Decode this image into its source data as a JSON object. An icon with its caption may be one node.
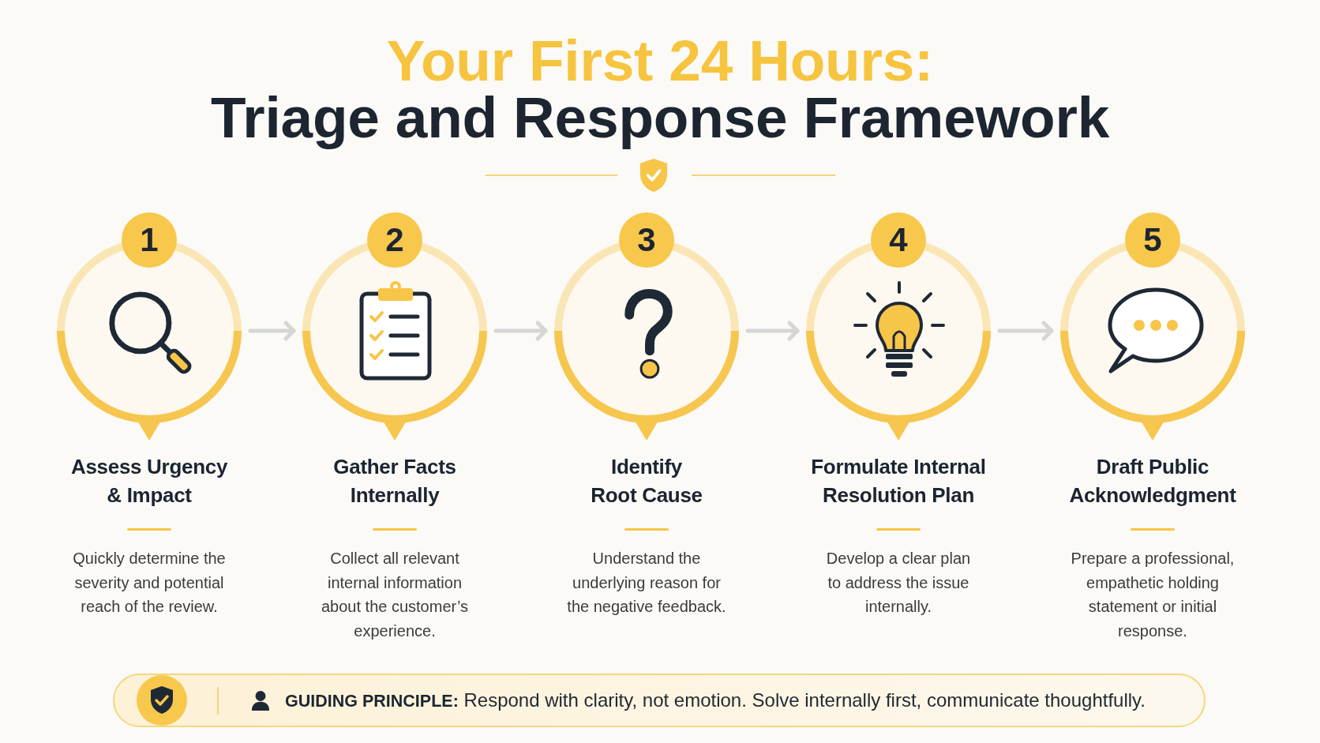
{
  "diagram": {
    "title": "Your First 24 Hours: Triage and Response Framework",
    "nodes": [
      {
        "text": [
          "1",
          "Assess Urgency & Impact",
          "Quickly determine the severity and potential reach of the review."
        ]
      },
      {
        "text": [
          "2",
          "Gather Facts Internally",
          "Collect all relevant internal information about the customer’s experience."
        ]
      },
      {
        "text": [
          "3",
          "Identify Root Cause",
          "Understand the underlying reason for the negative feedback."
        ]
      },
      {
        "text": [
          "4",
          "Formulate Internal Resolution Plan",
          "Develop a clear plan to address the issue internally."
        ]
      },
      {
        "text": [
          "5",
          "Draft Public Acknowledgment",
          "Prepare a professional, empathetic holding statement or initial response."
        ]
      },
      {
        "text": [
          "**GUIDING PRINCIPLE:** Respond with clarity, not emotion. Solve internally first, communicate thoughtfully."
        ]
      }
    ],
    "edges": [
      {
        "from": 0,
        "to": 1,
        "arrow": "to"
      },
      {
        "from": 1,
        "to": 2,
        "arrow": "to"
      },
      {
        "from": 2,
        "to": 3,
        "arrow": "to"
      },
      {
        "from": 3,
        "to": 4,
        "arrow": "to"
      }
    ]
  }
}
